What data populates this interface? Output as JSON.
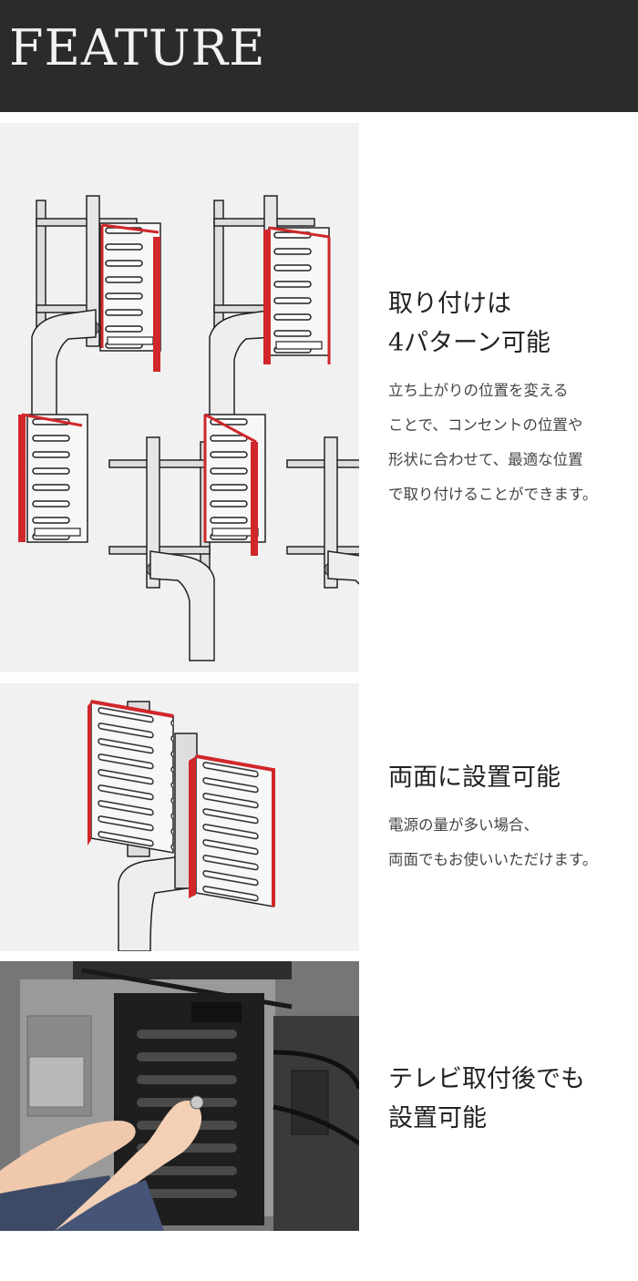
{
  "header": {
    "title": "FEATURE"
  },
  "features": [
    {
      "heading": "取り付けは\n4パターン可能",
      "description": "立ち上がりの位置を変える\nことで、コンセントの位置や\n形状に合わせて、最適な位置\nで取り付けることができます。"
    },
    {
      "heading": "両面に設置可能",
      "description": "電源の量が多い場合、\n両面でもお使いいただけます。"
    },
    {
      "heading": "テレビ取付後でも\n設置可能",
      "description": ""
    }
  ],
  "colors": {
    "header_bg": "#2b2b2b",
    "accent_red": "#d0272a",
    "panel_bg": "#f1f1f1"
  }
}
